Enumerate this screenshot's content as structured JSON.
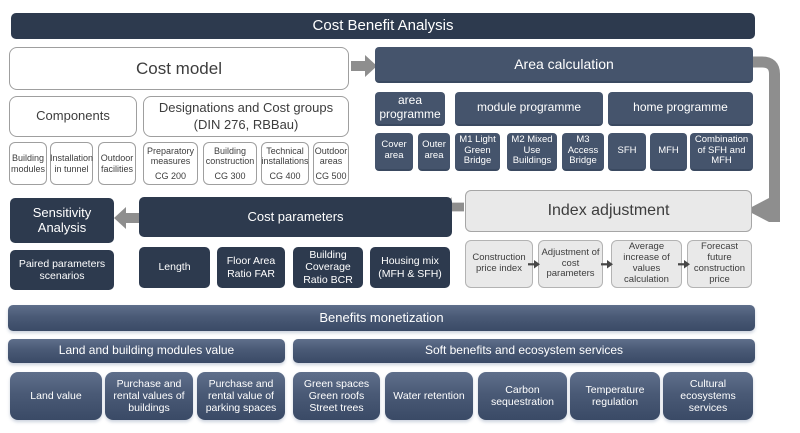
{
  "title": "Cost Benefit Analysis",
  "cost_model": {
    "title": "Cost model",
    "components": {
      "title": "Components",
      "items": [
        "Building modules",
        "Installation in tunnel",
        "Outdoor facilities"
      ]
    },
    "designations": {
      "title": "Designations and Cost groups",
      "subtitle": "(DIN 276, RBBau)",
      "items": [
        {
          "name": "Preparatory measures",
          "code": "CG 200"
        },
        {
          "name": "Building construction",
          "code": "CG 300"
        },
        {
          "name": "Technical installations",
          "code": "CG 400"
        },
        {
          "name": "Outdoor areas",
          "code": "CG 500"
        }
      ]
    }
  },
  "area_calculation": {
    "title": "Area calculation",
    "programmes": [
      {
        "label": "area programme",
        "items": [
          "Cover area",
          "Outer area"
        ]
      },
      {
        "label": "module programme",
        "items": [
          "M1 Light Green Bridge",
          "M2 Mixed Use Buildings",
          "M3 Access Bridge"
        ]
      },
      {
        "label": "home programme",
        "items": [
          "SFH",
          "MFH",
          "Combination of SFH and MFH"
        ]
      }
    ]
  },
  "index_adjustment": {
    "title": "Index adjustment",
    "steps": [
      "Construction price index",
      "Adjustment of cost parameters",
      "Average increase of values calculation",
      "Forecast future construction price"
    ]
  },
  "cost_parameters": {
    "title": "Cost parameters",
    "items": [
      "Length",
      "Floor Area Ratio FAR",
      "Building Coverage Ratio BCR",
      "Housing mix (MFH & SFH)"
    ]
  },
  "sensitivity_analysis": {
    "title": "Sensitivity Analysis",
    "items": [
      "Paired parameters scenarios"
    ]
  },
  "benefits_monetization": {
    "title": "Benefits monetization",
    "groups": [
      {
        "label": "Land and building modules value",
        "items": [
          "Land value",
          "Purchase and rental values of buildings",
          "Purchase and rental value of parking spaces"
        ]
      },
      {
        "label": "Soft benefits and ecosystem services",
        "items": [
          "Green spaces\nGreen roofs\nStreet trees",
          "Water retention",
          "Carbon sequestration",
          "Temperature regulation",
          "Cultural ecosystems services"
        ]
      }
    ]
  },
  "colors": {
    "navy": "#2d3a4e",
    "slate": "#45546c",
    "panel_gray": "#e9e9e9",
    "arrow_gray": "#8e8e8e",
    "bar_gradient_top": "#5f6f8b",
    "bar_gradient_bottom": "#3a4a66"
  }
}
